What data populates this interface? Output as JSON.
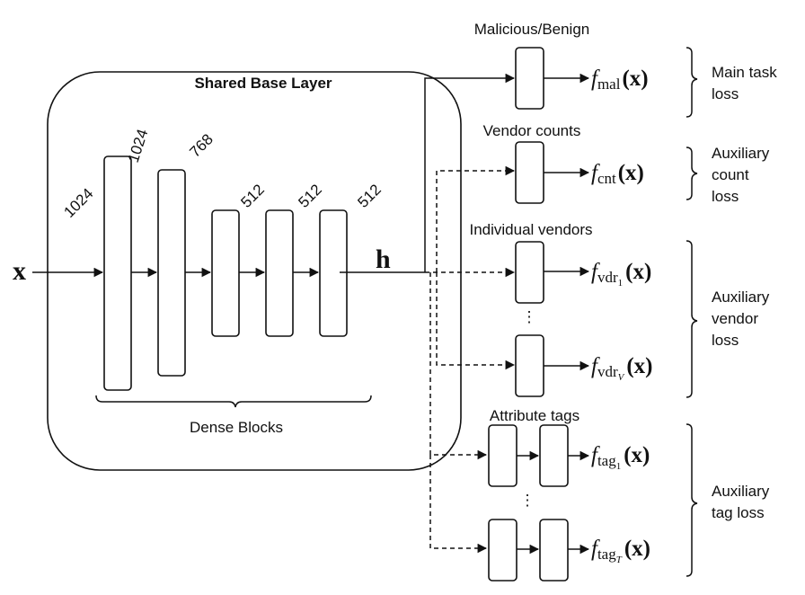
{
  "base": {
    "title": "Shared Base Layer",
    "dense_label": "Dense Blocks",
    "input_var": "x",
    "hidden_var": "h",
    "layer_sizes": [
      "1024",
      "1024",
      "768",
      "512",
      "512",
      "512"
    ]
  },
  "heads": {
    "malicious": {
      "title": "Malicious/Benign",
      "fn_sub": "mal",
      "loss": [
        "Main task",
        "loss"
      ]
    },
    "count": {
      "title": "Vendor counts",
      "fn_sub": "cnt",
      "loss": [
        "Auxiliary",
        "count",
        "loss"
      ]
    },
    "vendor": {
      "title": "Individual vendors",
      "fn_sub": "vdr",
      "sub_first": "1",
      "sub_last": "V",
      "loss": [
        "Auxiliary",
        "vendor",
        "loss"
      ]
    },
    "tag": {
      "title": "Attribute tags",
      "fn_sub": "tag",
      "sub_first": "1",
      "sub_last": "T",
      "loss": [
        "Auxiliary",
        "tag loss"
      ]
    }
  },
  "fn_letter": "f",
  "fn_arg": "(x)",
  "ellipsis": "⋮"
}
